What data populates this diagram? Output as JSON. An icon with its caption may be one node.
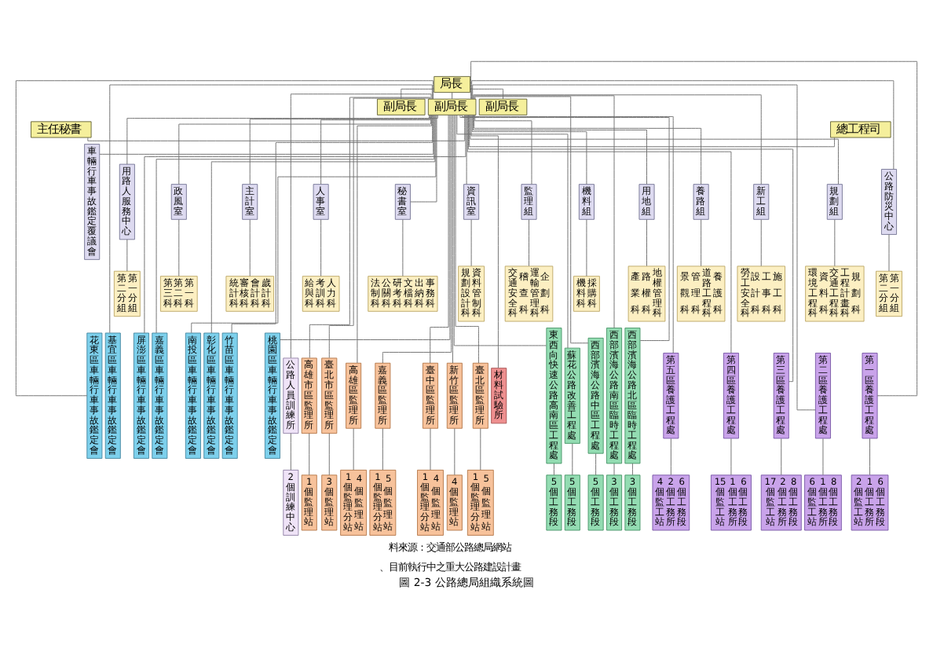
{
  "diagram": {
    "caption": "圖 2-3 公路總局組織系統圖",
    "nodes": [
      {
        "text": [
          "局長"
        ]
      },
      {
        "text": [
          "副局長"
        ]
      },
      {
        "text": [
          "副局長"
        ]
      },
      {
        "text": [
          "副局長"
        ]
      },
      {
        "text": [
          "主任秘書"
        ]
      },
      {
        "text": [
          "總工程司"
        ]
      },
      {
        "text": [
          "車輛行車事故鑑定覆議會"
        ]
      },
      {
        "text": [
          "用路人服務中心"
        ]
      },
      {
        "text": [
          "第二分組",
          "第一分組"
        ]
      },
      {
        "text": [
          "政風室"
        ]
      },
      {
        "text": [
          "第三科",
          "第二科",
          "第一科"
        ]
      },
      {
        "text": [
          "主計室"
        ]
      },
      {
        "text": [
          "統計科",
          "審核科",
          "會計科",
          "歲計科"
        ]
      },
      {
        "text": [
          "人事室"
        ]
      },
      {
        "text": [
          "給與科",
          "考訓科",
          "人力科"
        ]
      },
      {
        "text": [
          "秘書室"
        ]
      },
      {
        "text": [
          "法制科",
          "公關科",
          "研考科",
          "文檔科",
          "出納科",
          "事務科"
        ]
      },
      {
        "text": [
          "資訊室"
        ]
      },
      {
        "text": [
          "規劃設計科",
          "資料管制科"
        ]
      },
      {
        "text": [
          "監理組"
        ]
      },
      {
        "text": [
          "交通安全科",
          "稽查科",
          "運輸管理科",
          "企劃科"
        ]
      },
      {
        "text": [
          "機料組"
        ]
      },
      {
        "text": [
          "機料科",
          "採購科"
        ]
      },
      {
        "text": [
          "用地組"
        ]
      },
      {
        "text": [
          "產業科",
          "路權科",
          "地權管理科"
        ]
      },
      {
        "text": [
          "養路組"
        ]
      },
      {
        "text": [
          "景觀科",
          "管理科",
          "道路工程科",
          "養護科"
        ]
      },
      {
        "text": [
          "新工組"
        ]
      },
      {
        "text": [
          "勞工安全科",
          "設計科",
          "工事科",
          "施工科"
        ]
      },
      {
        "text": [
          "規劃組"
        ]
      },
      {
        "text": [
          "環境工程科",
          "資料科",
          "交通工程科",
          "工程計畫科",
          "規劃科"
        ]
      },
      {
        "text": [
          "公路防災中心"
        ]
      },
      {
        "text": [
          "第二分組",
          "第一分組"
        ]
      },
      {
        "text": [
          "花東區車輛行車事故鑑定會"
        ]
      },
      {
        "text": [
          "基宜區車輛行車事故鑑定會"
        ]
      },
      {
        "text": [
          "屏澎區車輛行車事故鑑定會"
        ]
      },
      {
        "text": [
          "嘉義區車輛行車事故鑑定會"
        ]
      },
      {
        "text": [
          "南投區車輛行車事故鑑定會"
        ]
      },
      {
        "text": [
          "彰化區車輛行車事故鑑定會"
        ]
      },
      {
        "text": [
          "竹苗區車輛行車事故鑑定會"
        ]
      },
      {
        "text": [
          "桃園區車輛行車事故鑑定會"
        ]
      },
      {
        "text": [
          "公路人員訓練所"
        ]
      },
      {
        "text": [
          "2個訓練中心"
        ]
      },
      {
        "text": [
          "高雄市區監理所"
        ]
      },
      {
        "text": [
          "1個監理站"
        ]
      },
      {
        "text": [
          "臺北市區監理所"
        ]
      },
      {
        "text": [
          "3個監理站"
        ]
      },
      {
        "text": [
          "高雄區監理所"
        ]
      },
      {
        "text": [
          "1個監理分站",
          "4個監理站"
        ]
      },
      {
        "text": [
          "嘉義區監理所"
        ]
      },
      {
        "text": [
          "1個監理分站",
          "5個監理站"
        ]
      },
      {
        "text": [
          "臺中區監理所"
        ]
      },
      {
        "text": [
          "1個監理分站",
          "4個監理站"
        ]
      },
      {
        "text": [
          "新竹區監理所"
        ]
      },
      {
        "text": [
          "4個監理站"
        ]
      },
      {
        "text": [
          "臺北區監理所"
        ]
      },
      {
        "text": [
          "1個監理分站",
          "5個監理站"
        ]
      },
      {
        "text": [
          "材料試驗所"
        ]
      },
      {
        "text": [
          "東西向快速公路高南區工程處"
        ]
      },
      {
        "text": [
          "5個工務段"
        ]
      },
      {
        "text": [
          "蘇花公路改善工程處"
        ]
      },
      {
        "text": [
          "5個工務段"
        ]
      },
      {
        "text": [
          "西部濱海公路中區工程處"
        ]
      },
      {
        "text": [
          "5個工務段"
        ]
      },
      {
        "text": [
          "西部濱海公路南區臨時工程處"
        ]
      },
      {
        "text": [
          "3個工務段"
        ]
      },
      {
        "text": [
          "西部濱海公路北區臨時工程處"
        ]
      },
      {
        "text": [
          "3個工務段"
        ]
      },
      {
        "text": [
          "第五區養護工程處"
        ]
      },
      {
        "text": [
          "4個監工站",
          "2個工務所",
          "6個工務段"
        ]
      },
      {
        "text": [
          "第四區養護工程處"
        ]
      },
      {
        "text": [
          "15個監工站",
          "1個工務所",
          "6個工務段"
        ]
      },
      {
        "text": [
          "第三區養護工程處"
        ]
      },
      {
        "text": [
          "17個監工站",
          "2個工務所",
          "8個工務段"
        ]
      },
      {
        "text": [
          "第二區養護工程處"
        ]
      },
      {
        "text": [
          "6個監工站",
          "1個工務所",
          "8個工務段"
        ]
      },
      {
        "text": [
          "第一區養護工程處"
        ]
      },
      {
        "text": [
          "2個監工站",
          "1個工務所",
          "6個工務段"
        ]
      }
    ],
    "edges": [
      {
        "from": 0,
        "to": 1,
        "arrow": "none"
      },
      {
        "from": 0,
        "to": 2,
        "arrow": "none"
      },
      {
        "from": 0,
        "to": 3,
        "arrow": "none"
      },
      {
        "from": 2,
        "to": 4,
        "arrow": "none"
      },
      {
        "from": 2,
        "to": 6,
        "arrow": "none"
      },
      {
        "from": 2,
        "to": 33,
        "arrow": "none"
      },
      {
        "from": 2,
        "to": 34,
        "arrow": "none"
      },
      {
        "from": 2,
        "to": 7,
        "arrow": "none"
      },
      {
        "from": 2,
        "to": 35,
        "arrow": "none"
      },
      {
        "from": 2,
        "to": 36,
        "arrow": "none"
      },
      {
        "from": 2,
        "to": 9,
        "arrow": "none"
      },
      {
        "from": 2,
        "to": 37,
        "arrow": "none"
      },
      {
        "from": 2,
        "to": 38,
        "arrow": "none"
      },
      {
        "from": 2,
        "to": 39,
        "arrow": "none"
      },
      {
        "from": 2,
        "to": 11,
        "arrow": "none"
      },
      {
        "from": 2,
        "to": 40,
        "arrow": "none"
      },
      {
        "from": 2,
        "to": 41,
        "arrow": "none"
      },
      {
        "from": 2,
        "to": 43,
        "arrow": "none"
      },
      {
        "from": 2,
        "to": 13,
        "arrow": "none"
      },
      {
        "from": 2,
        "to": 45,
        "arrow": "none"
      },
      {
        "from": 2,
        "to": 47,
        "arrow": "none"
      },
      {
        "from": 2,
        "to": 49,
        "arrow": "none"
      },
      {
        "from": 2,
        "to": 15,
        "arrow": "none"
      },
      {
        "from": 2,
        "to": 51,
        "arrow": "none"
      },
      {
        "from": 2,
        "to": 53,
        "arrow": "none"
      },
      {
        "from": 2,
        "to": 17,
        "arrow": "none"
      },
      {
        "from": 2,
        "to": 55,
        "arrow": "none"
      },
      {
        "from": 2,
        "to": 57,
        "arrow": "none"
      },
      {
        "from": 2,
        "to": 19,
        "arrow": "none"
      },
      {
        "from": 2,
        "to": 58,
        "arrow": "none"
      },
      {
        "from": 2,
        "to": 60,
        "arrow": "none"
      },
      {
        "from": 2,
        "to": 21,
        "arrow": "none"
      },
      {
        "from": 2,
        "to": 62,
        "arrow": "none"
      },
      {
        "from": 2,
        "to": 64,
        "arrow": "none"
      },
      {
        "from": 2,
        "to": 66,
        "arrow": "none"
      },
      {
        "from": 2,
        "to": 23,
        "arrow": "none"
      },
      {
        "from": 2,
        "to": 68,
        "arrow": "none"
      },
      {
        "from": 2,
        "to": 25,
        "arrow": "none"
      },
      {
        "from": 2,
        "to": 70,
        "arrow": "none"
      },
      {
        "from": 2,
        "to": 27,
        "arrow": "none"
      },
      {
        "from": 2,
        "to": 72,
        "arrow": "none"
      },
      {
        "from": 2,
        "to": 74,
        "arrow": "none"
      },
      {
        "from": 2,
        "to": 29,
        "arrow": "none"
      },
      {
        "from": 2,
        "to": 76,
        "arrow": "none"
      },
      {
        "from": 2,
        "to": 31,
        "arrow": "none"
      },
      {
        "from": 2,
        "to": 5,
        "arrow": "none"
      },
      {
        "from": 7,
        "to": 8,
        "arrow": "none"
      },
      {
        "from": 9,
        "to": 10,
        "arrow": "none"
      },
      {
        "from": 11,
        "to": 12,
        "arrow": "none"
      },
      {
        "from": 13,
        "to": 14,
        "arrow": "none"
      },
      {
        "from": 15,
        "to": 16,
        "arrow": "none"
      },
      {
        "from": 17,
        "to": 18,
        "arrow": "none"
      },
      {
        "from": 19,
        "to": 20,
        "arrow": "none"
      },
      {
        "from": 21,
        "to": 22,
        "arrow": "none"
      },
      {
        "from": 23,
        "to": 24,
        "arrow": "none"
      },
      {
        "from": 25,
        "to": 26,
        "arrow": "none"
      },
      {
        "from": 27,
        "to": 28,
        "arrow": "none"
      },
      {
        "from": 29,
        "to": 30,
        "arrow": "none"
      },
      {
        "from": 31,
        "to": 32,
        "arrow": "none"
      },
      {
        "from": 41,
        "to": 42,
        "arrow": "none"
      },
      {
        "from": 43,
        "to": 44,
        "arrow": "none"
      },
      {
        "from": 45,
        "to": 46,
        "arrow": "none"
      },
      {
        "from": 47,
        "to": 48,
        "arrow": "none"
      },
      {
        "from": 49,
        "to": 50,
        "arrow": "none"
      },
      {
        "from": 51,
        "to": 52,
        "arrow": "none"
      },
      {
        "from": 53,
        "to": 54,
        "arrow": "none"
      },
      {
        "from": 55,
        "to": 56,
        "arrow": "none"
      },
      {
        "from": 58,
        "to": 59,
        "arrow": "none"
      },
      {
        "from": 60,
        "to": 61,
        "arrow": "none"
      },
      {
        "from": 62,
        "to": 63,
        "arrow": "none"
      },
      {
        "from": 64,
        "to": 65,
        "arrow": "none"
      },
      {
        "from": 66,
        "to": 67,
        "arrow": "none"
      },
      {
        "from": 68,
        "to": 69,
        "arrow": "none"
      },
      {
        "from": 70,
        "to": 71,
        "arrow": "none"
      },
      {
        "from": 72,
        "to": 73,
        "arrow": "none"
      },
      {
        "from": 74,
        "to": 75,
        "arrow": "none"
      },
      {
        "from": 76,
        "to": 77,
        "arrow": "none"
      }
    ],
    "labels": [
      "料來源：交通部公路總局網站",
      "、目前執行中之重大公路建設計畫"
    ]
  }
}
